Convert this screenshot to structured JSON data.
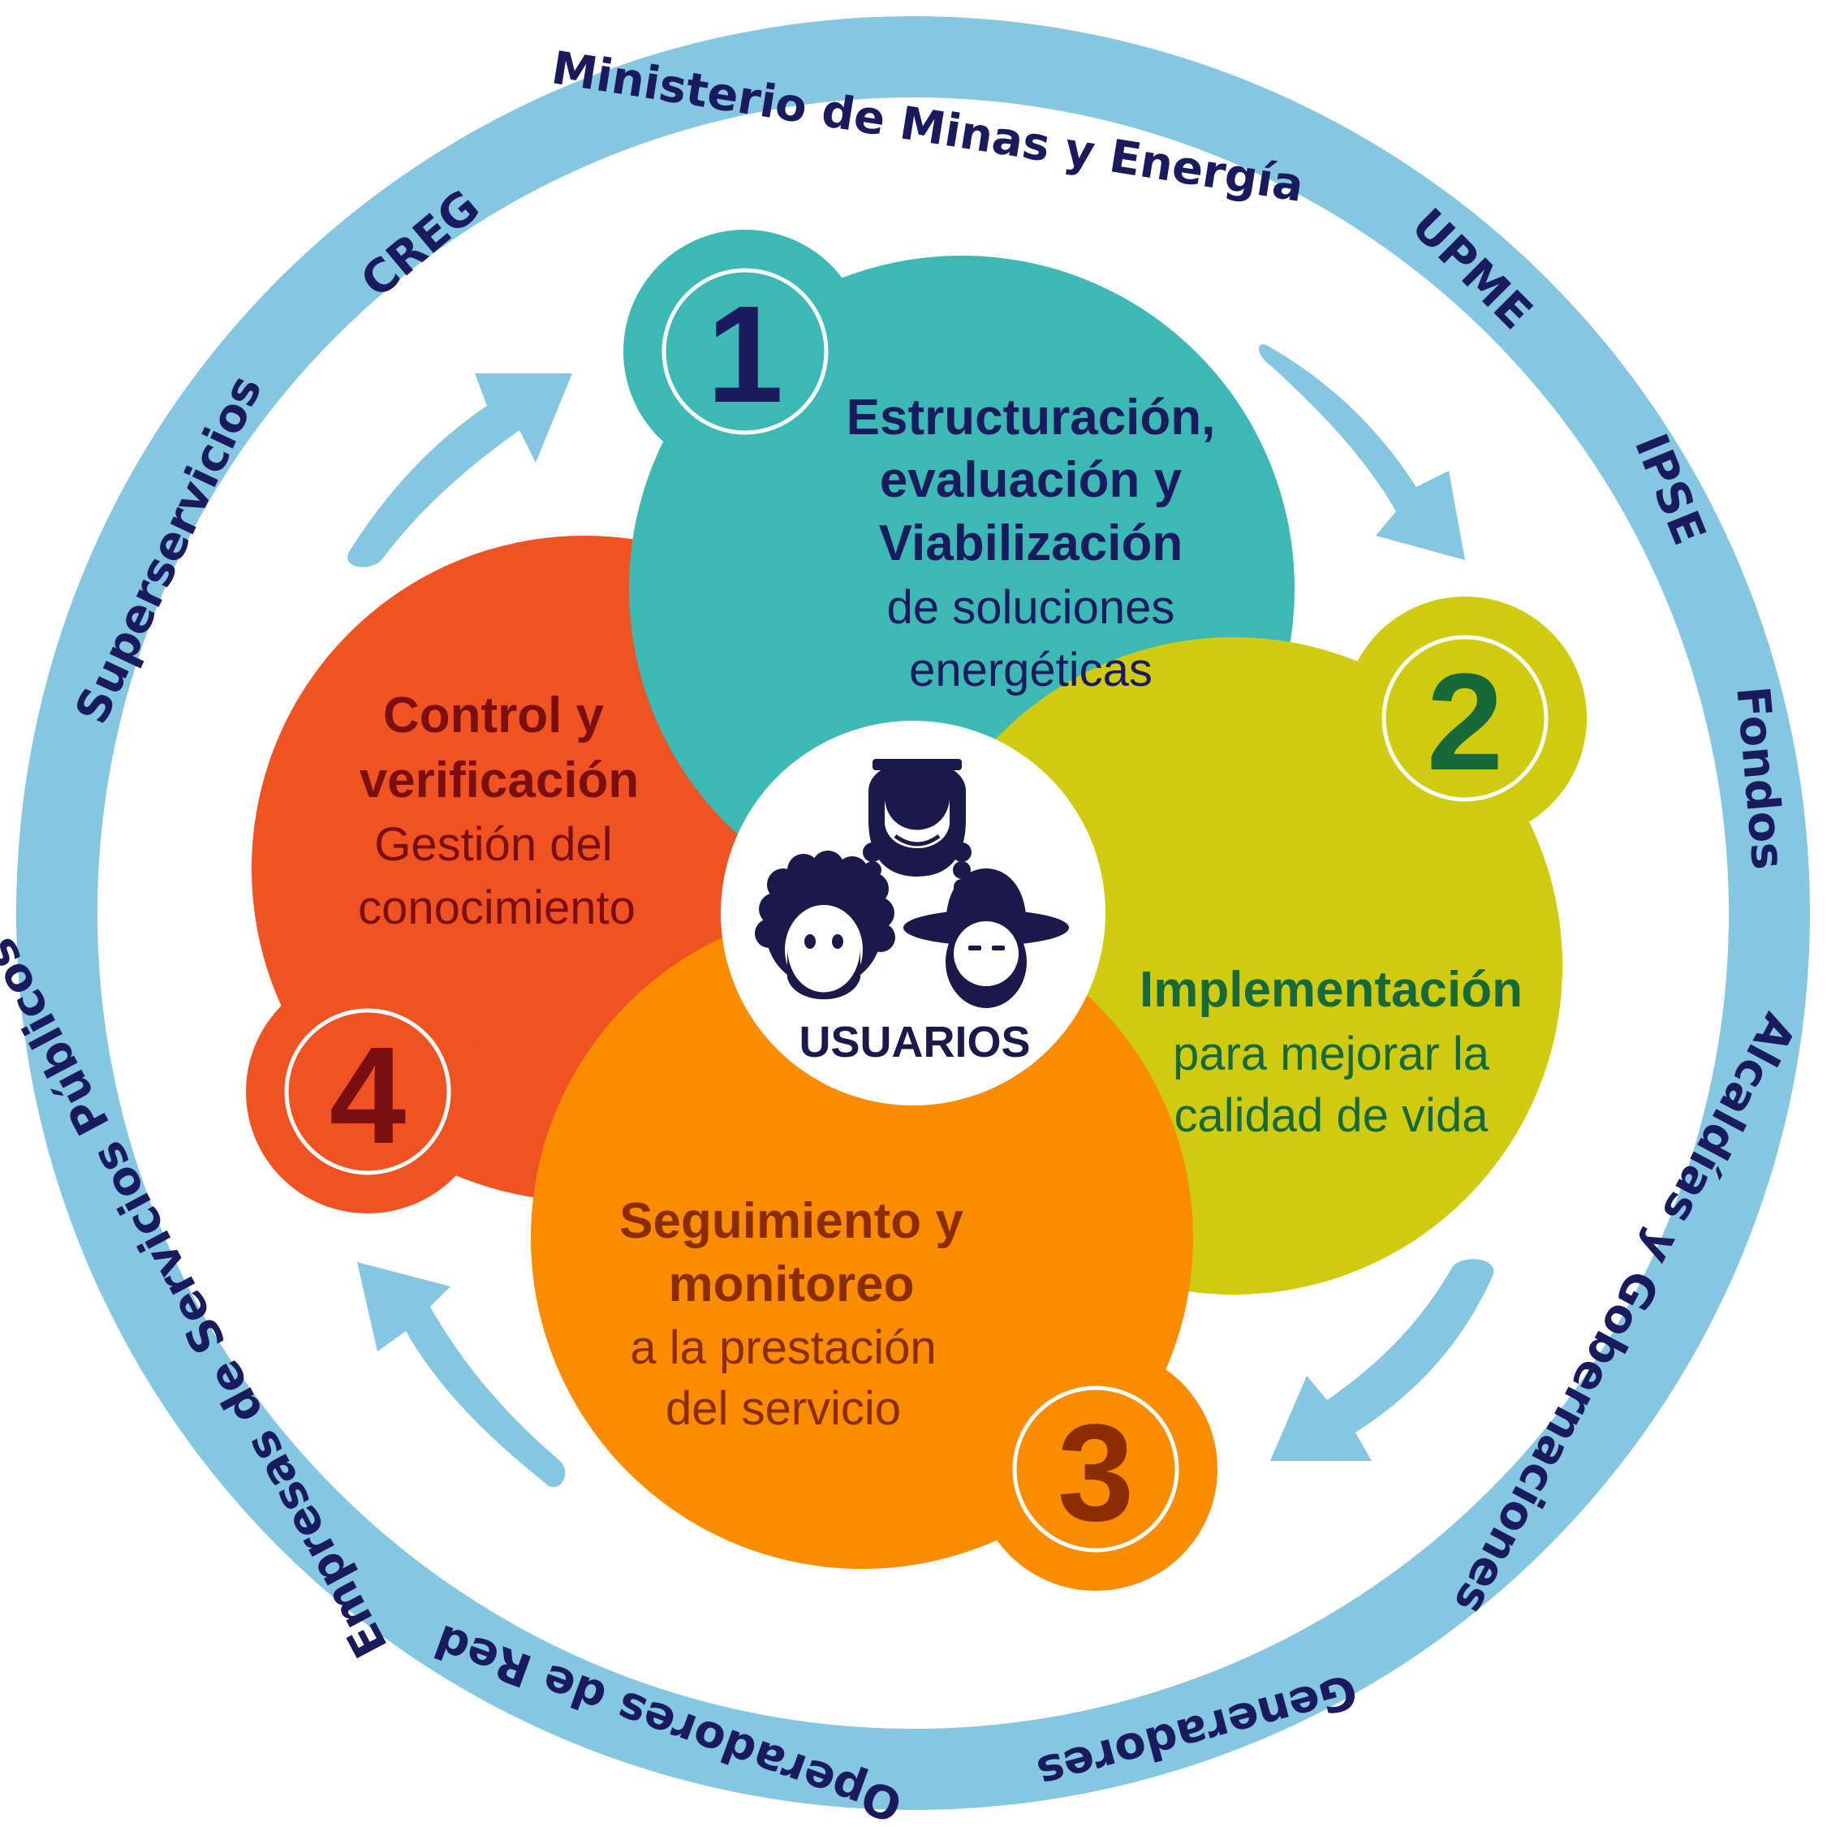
{
  "colors": {
    "ring": "#85c7e0",
    "teal": "#3db9b5",
    "lime": "#cfcc10",
    "orange": "#fa8c00",
    "red": "#f05222",
    "navy": "#1a1a5e",
    "dark_green": "#17693a",
    "brown": "#8a2d00",
    "maroon": "#7a0f10"
  },
  "ring_labels": {
    "top": "Ministerio de Minas y Energía",
    "upme": "UPME",
    "ipse": "IPSE",
    "fondos": "Fondos",
    "alcaldias": "Alcaldías y Gobernaciones",
    "generadores": "Generadores",
    "operadores": "Operadores de Red",
    "empresas": "Empresas de Servicios Públicos",
    "superservicios": "Superservicios",
    "creg": "CREG"
  },
  "stages": [
    {
      "number": "1",
      "title_lines": [
        "Estructuración,",
        "evaluación y",
        "Viabilización"
      ],
      "desc_lines": [
        "de soluciones",
        "energéticas"
      ]
    },
    {
      "number": "2",
      "title_lines": [
        "Implementación"
      ],
      "desc_lines": [
        "para mejorar la",
        "calidad de vida"
      ]
    },
    {
      "number": "3",
      "title_lines": [
        "Seguimiento y",
        "monitoreo"
      ],
      "desc_lines": [
        "a la prestación",
        "del servicio"
      ]
    },
    {
      "number": "4",
      "title_lines": [
        "Control y",
        "verificación"
      ],
      "desc_lines": [
        "Gestión del",
        "conocimiento"
      ]
    }
  ],
  "center": {
    "label": "USUARIOS",
    "icons": [
      "woman-with-braids-icon",
      "curly-hair-man-icon",
      "man-with-hat-icon"
    ]
  }
}
